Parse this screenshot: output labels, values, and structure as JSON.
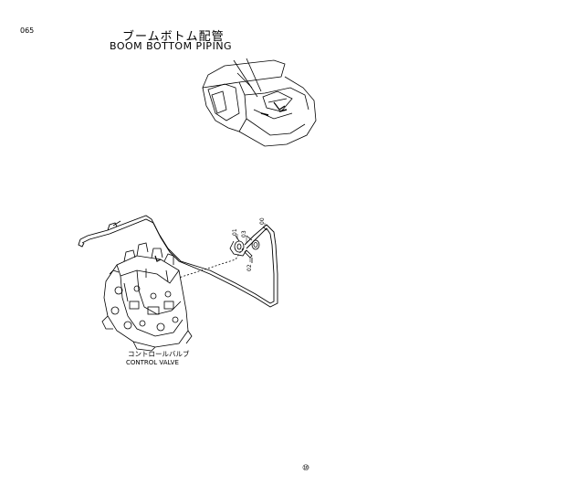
{
  "page": {
    "number": "065",
    "title_jp": "ブームボトム配管",
    "title_en": "BOOM BOTTOM PIPING"
  },
  "control_valve": {
    "label_jp": "コントロールバルブ",
    "label_en": "CONTROL VALVE"
  },
  "callouts": [
    "00",
    "01",
    "02",
    "03"
  ],
  "marker": "⑩"
}
